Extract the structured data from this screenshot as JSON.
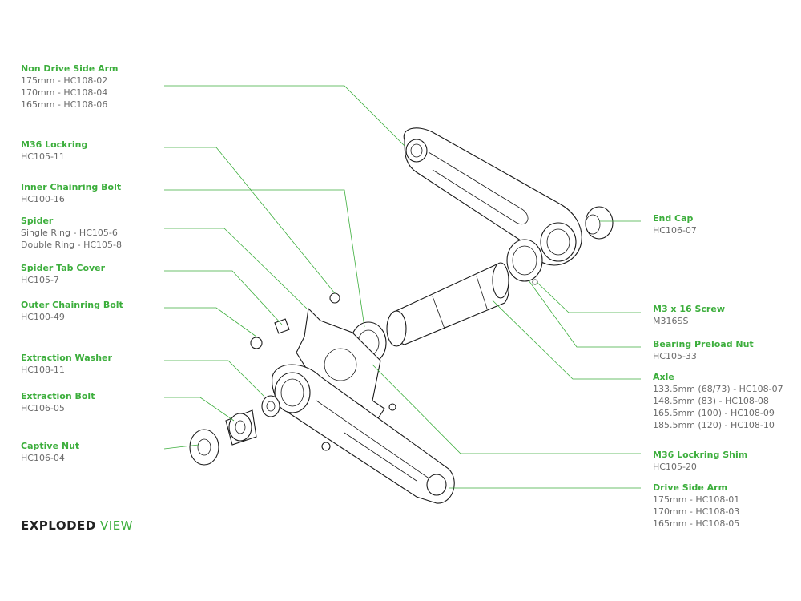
{
  "callouts": {
    "nds_arm": {
      "title": "Non Drive Side Arm",
      "lines": [
        "175mm - HC108-02",
        "170mm - HC108-04",
        "165mm - HC108-06"
      ]
    },
    "lockring": {
      "title": "M36 Lockring",
      "lines": [
        "HC105-11"
      ]
    },
    "inner_bolt": {
      "title": "Inner Chainring Bolt",
      "lines": [
        "HC100-16"
      ]
    },
    "spider": {
      "title": "Spider",
      "lines": [
        "Single Ring - HC105-6",
        "Double Ring - HC105-8"
      ]
    },
    "tab_cover": {
      "title": "Spider Tab Cover",
      "lines": [
        "HC105-7"
      ]
    },
    "outer_bolt": {
      "title": "Outer Chainring Bolt",
      "lines": [
        "HC100-49"
      ]
    },
    "ext_washer": {
      "title": "Extraction Washer",
      "lines": [
        "HC108-11"
      ]
    },
    "ext_bolt": {
      "title": "Extraction Bolt",
      "lines": [
        "HC106-05"
      ]
    },
    "captive_nut": {
      "title": "Captive Nut",
      "lines": [
        "HC106-04"
      ]
    },
    "end_cap": {
      "title": "End Cap",
      "lines": [
        "HC106-07"
      ]
    },
    "screw": {
      "title": "M3 x 16 Screw",
      "lines": [
        "M316SS"
      ]
    },
    "preload": {
      "title": "Bearing Preload Nut",
      "lines": [
        "HC105-33"
      ]
    },
    "axle": {
      "title": "Axle",
      "lines": [
        "133.5mm (68/73) - HC108-07",
        "148.5mm (83) - HC108-08",
        "165.5mm (100) - HC108-09",
        "185.5mm (120) - HC108-10"
      ]
    },
    "shim": {
      "title": "M36 Lockring Shim",
      "lines": [
        "HC105-20"
      ]
    },
    "ds_arm": {
      "title": "Drive Side Arm",
      "lines": [
        "175mm - HC108-01",
        "170mm - HC108-03",
        "165mm - HC108-05"
      ]
    }
  },
  "footer": {
    "bold": "EXPLODED",
    "light": "VIEW"
  },
  "colors": {
    "accent": "#3cae3c",
    "text": "#6b6b6b",
    "line": "#1a1a1a"
  }
}
